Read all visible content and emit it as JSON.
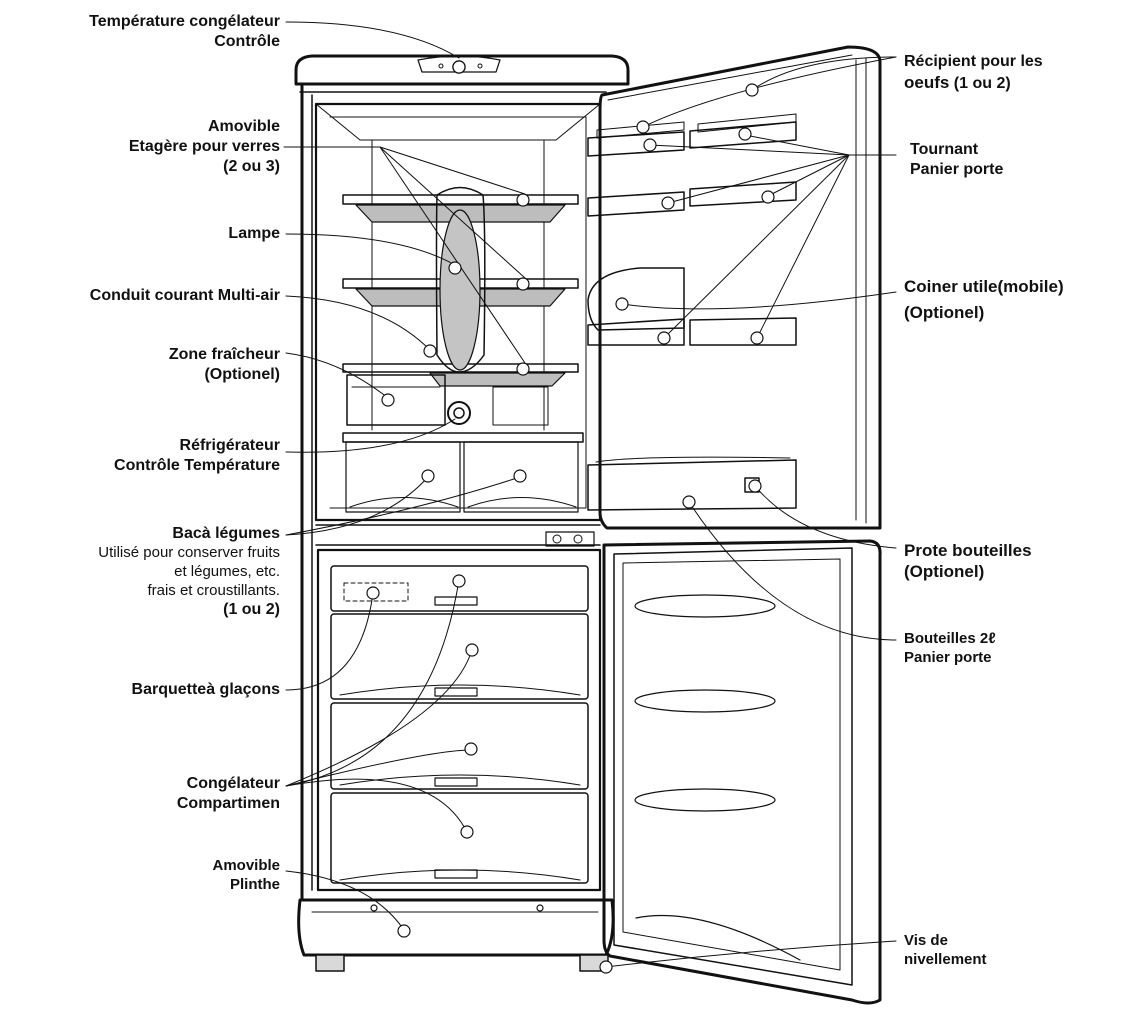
{
  "diagram": {
    "labels_left": {
      "freezer_temp": {
        "line1": "Température congélateur",
        "line2": "Contrôle"
      },
      "glass_shelf": {
        "line1": "Amovible",
        "line2": "Etagère pour verres",
        "line3": "(2 ou 3)"
      },
      "lamp": {
        "line1": "Lampe"
      },
      "multiair": {
        "line1": "Conduit courant Multi-air"
      },
      "fresh_zone": {
        "line1": "Zone  fraîcheur",
        "line2": "(Optionel)"
      },
      "fridge_temp": {
        "line1": "Réfrigérateur",
        "line2": "Contrôle Température"
      },
      "vegetable": {
        "line1": "Bacà légumes",
        "line2": "Utilisé pour conserver fruits",
        "line3": "et légumes, etc.",
        "line4": "frais et croustillants.",
        "line5": "(1 ou 2)"
      },
      "ice_tray": {
        "line1": "Barquetteà glaçons"
      },
      "freezer_comp": {
        "line1": "Congélateur",
        "line2": "Compartimen"
      },
      "plinth": {
        "line1": "Amovible",
        "line2": "Plinthe"
      }
    },
    "labels_right": {
      "egg": {
        "line1": "Récipient pour les",
        "line2": "oeufs",
        "line2b": "(1 ou 2)"
      },
      "rotating": {
        "line1": "Tournant",
        "line2": "Panier porte"
      },
      "corner": {
        "line1": "Coiner utile(mobile)",
        "line2": "(Optionel)"
      },
      "bottle_holder": {
        "line1": "Prote bouteilles",
        "line2": "(Optionel)"
      },
      "bottle_2l": {
        "line1": "Bouteilles 2ℓ",
        "line2": "Panier porte"
      },
      "leveling": {
        "line1": "Vis de",
        "line2": "nivellement"
      }
    }
  }
}
